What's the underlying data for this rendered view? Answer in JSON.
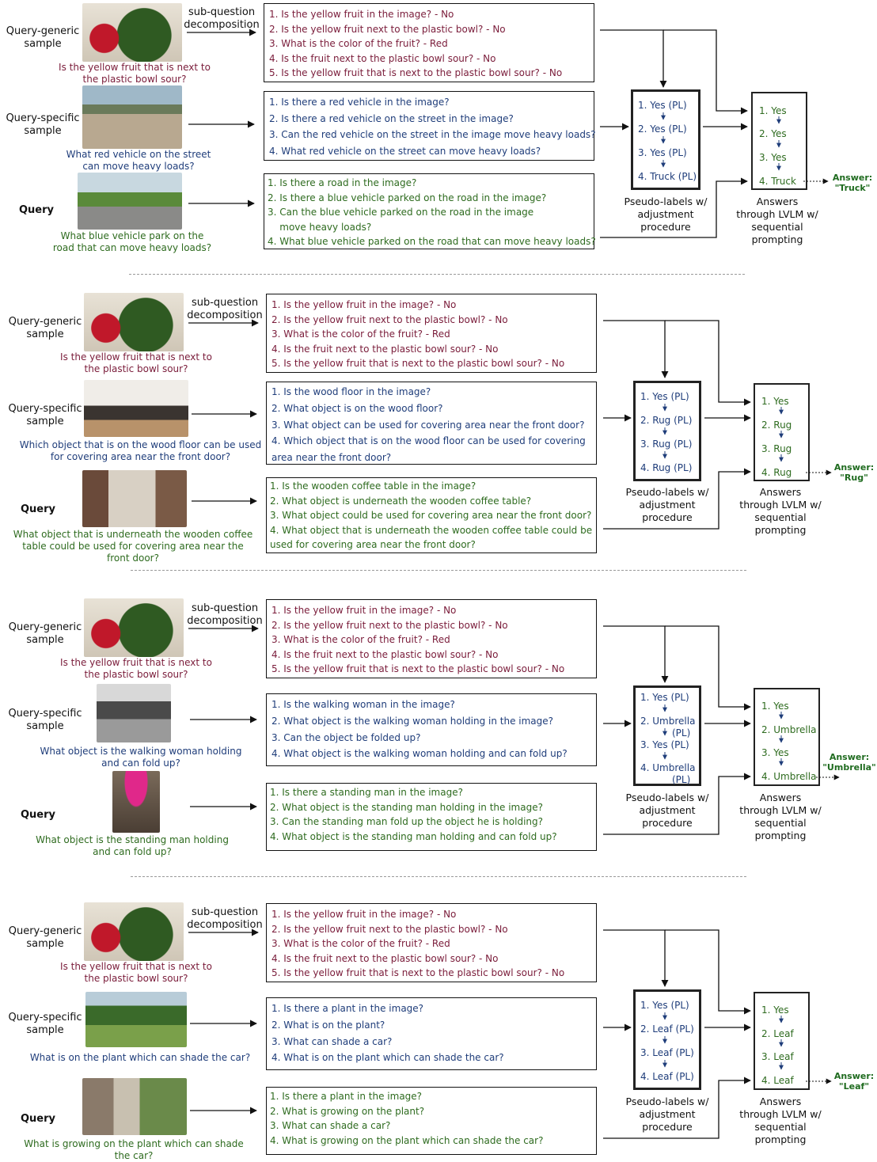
{
  "colors": {
    "generic": "#7a1c3a",
    "specific": "#1f3d7a",
    "query": "#2e6b1f",
    "final": "#1f6b1f"
  },
  "common": {
    "generic_label": "Query-generic sample",
    "specific_label": "Query-specific sample",
    "query_label": "Query",
    "subq_label": "sub-question decomposition",
    "pl_desc": "Pseudo-labels w/ adjustment procedure",
    "ans_desc": "Answers through LVLM w/ sequential prompting",
    "generic_caption": "Is the yellow fruit that is next to the plastic bowl sour?",
    "generic_lines": [
      "1. Is the yellow fruit in the image? - No",
      "2. Is the yellow fruit next to the plastic bowl? - No",
      "3. What is the color of the fruit? - Red",
      "4. Is the fruit next to the plastic bowl sour? - No",
      "5. Is the yellow fruit that is next to the plastic bowl sour? - No"
    ]
  },
  "panels": [
    {
      "specific_caption": "What red vehicle on the street can move heavy loads?",
      "query_caption": "What blue vehicle park on the road that can move heavy loads?",
      "specific_lines": [
        "1. Is there a red vehicle in the image?",
        "2. Is there a red vehicle on the street in the image?",
        "3. Can the red vehicle on the street in the image move heavy loads?",
        "4. What red vehicle on the street can move heavy loads?"
      ],
      "query_lines": [
        "1. Is there a road in the image?",
        "2. Is there a blue vehicle parked on the road in the image?",
        "3. Can the blue vehicle parked on the road in the image",
        "    move heavy loads?",
        "4. What blue vehicle parked on the road that can move heavy loads?"
      ],
      "pl": [
        "1. Yes (PL)",
        "2. Yes (PL)",
        "3. Yes (PL)",
        "4. Truck (PL)"
      ],
      "answers": [
        "1. Yes",
        "2. Yes",
        "3. Yes",
        "4. Truck"
      ],
      "final_label": "Answer:",
      "final_value": "\"Truck\""
    },
    {
      "specific_caption": "Which object that is on the wood floor can be used for covering area near the front door?",
      "query_caption": "What object that is underneath the wooden coffee table could be used for covering area near the front door?",
      "specific_lines": [
        "1. Is the wood floor in the image?",
        "2. What object is on the wood floor?",
        "3. What object can be used for covering area near the front door?",
        "4. Which object that is on the wood floor can be used for covering",
        "area near the front door?"
      ],
      "query_lines": [
        "1. Is the wooden coffee table in the image?",
        "2. What object is underneath the wooden coffee table?",
        "3. What object could be used for covering area near the front door?",
        "4. What object that is underneath the wooden coffee table could be",
        "used for covering area near the front door?"
      ],
      "pl": [
        "1. Yes (PL)",
        "2. Rug (PL)",
        "3. Rug (PL)",
        "4. Rug (PL)"
      ],
      "answers": [
        "1. Yes",
        "2. Rug",
        "3. Rug",
        "4. Rug"
      ],
      "final_label": "Answer:",
      "final_value": "\"Rug\""
    },
    {
      "specific_caption": "What object is the walking woman holding and can fold up?",
      "query_caption": "What object is the standing man holding and can fold up?",
      "specific_lines": [
        "1. Is the walking woman in the image?",
        "2. What object is the walking woman holding in the image?",
        "3. Can the object be folded up?",
        "4. What object is the walking woman holding and can fold up?"
      ],
      "query_lines": [
        "1. Is there a standing man in the image?",
        "2. What object is the standing man holding in the image?",
        "3. Can the standing man fold up the object he is holding?",
        "4. What object is the standing man holding and can fold up?"
      ],
      "pl": [
        "1. Yes (PL)",
        "2. Umbrella",
        "(PL)",
        "3.  Yes (PL)",
        "4. Umbrella",
        "(PL)"
      ],
      "answers": [
        "1. Yes",
        "2. Umbrella",
        "3. Yes",
        "4. Umbrella"
      ],
      "final_label": "Answer:",
      "final_value": "\"Umbrella\""
    },
    {
      "specific_caption": "What is on the plant which can shade the car?",
      "query_caption": "What is growing on the plant which can shade the car?",
      "specific_lines": [
        "1. Is there a plant in the image?",
        "2. What is on the plant?",
        "3. What can shade a car?",
        "4. What is on the plant which can shade the car?"
      ],
      "query_lines": [
        "1. Is there a plant in the image?",
        "2. What is growing on the plant?",
        "3. What can shade a car?",
        "4. What is growing on the plant which can shade the car?"
      ],
      "pl": [
        "1. Yes (PL)",
        "2. Leaf (PL)",
        "3. Leaf (PL)",
        "4. Leaf (PL)"
      ],
      "answers": [
        "1. Yes",
        "2. Leaf",
        "3. Leaf",
        "4. Leaf"
      ],
      "final_label": "Answer:",
      "final_value": "\"Leaf\""
    }
  ]
}
